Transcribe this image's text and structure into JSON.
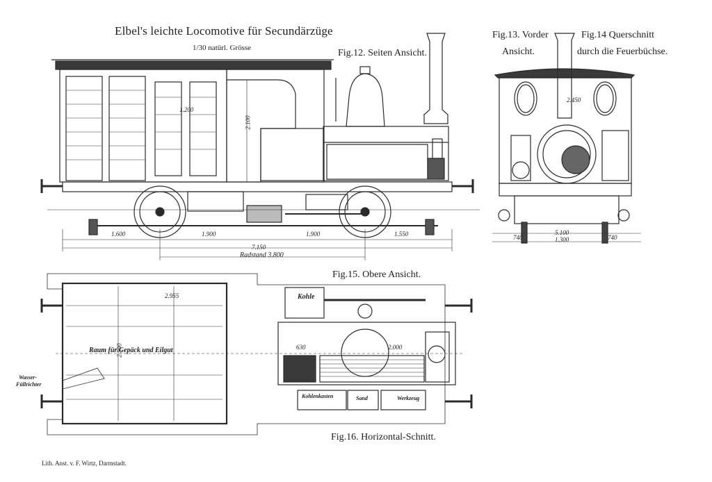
{
  "plate": {
    "title": "Elbel's leichte Locomotive für Secundärzüge",
    "scale": "1/30 natürl. Grösse",
    "imprint": "Lith. Anst. v. F. Wirtz, Darmstadt."
  },
  "figures": {
    "fig12": "Fig.12. Seiten Ansicht.",
    "fig13_line1": "Fig.13. Vorder",
    "fig13_line2": "Ansicht.",
    "fig14_line1": "Fig.14 Querschnitt",
    "fig14_line2": "durch die Feuerbüchse.",
    "fig15": "Fig.15. Obere Ansicht.",
    "fig16": "Fig.16. Horizontal-Schnitt."
  },
  "side_dims": {
    "d1600": "1.600",
    "d1900a": "1.900",
    "d1900b": "1.900",
    "d1550": "1.550",
    "d7150": "7.150",
    "wheelbase": "Radstand 3.800",
    "height": "2.100",
    "h1200": "1.200"
  },
  "front_dims": {
    "d2450": "2.450",
    "d5100": "5.100",
    "d1300": "1.300",
    "l740": "740",
    "r740": "740"
  },
  "plan_labels": {
    "kohle": "Kohle",
    "raum": "Raum für Gepäck und Eilgut",
    "wasser1": "Wasser-",
    "wasser2": "Füllrichter",
    "kohlenkasten": "Kohlenkasten",
    "sand": "Sand",
    "werkzeug": "Werkzeug",
    "d2955": "2.955",
    "d630": "630",
    "d2000": "2.000",
    "d2500": "2.500"
  }
}
